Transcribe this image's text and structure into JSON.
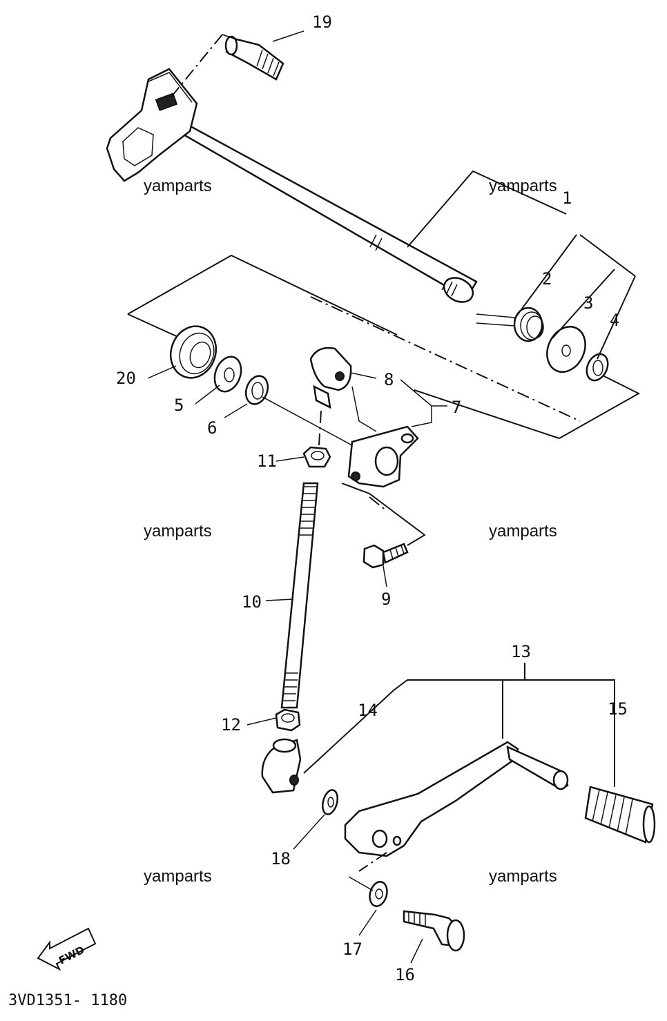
{
  "diagram": {
    "part_numbers": [
      "1",
      "2",
      "3",
      "4",
      "5",
      "6",
      "7",
      "8",
      "9",
      "10",
      "11",
      "12",
      "13",
      "14",
      "15",
      "16",
      "17",
      "18",
      "19",
      "20"
    ],
    "watermarks": [
      "yamparts",
      "yamparts",
      "yamparts",
      "yamparts",
      "yamparts",
      "yamparts"
    ],
    "fwd_label": "FWD",
    "drawing_code": "3VD1351- 1180"
  }
}
